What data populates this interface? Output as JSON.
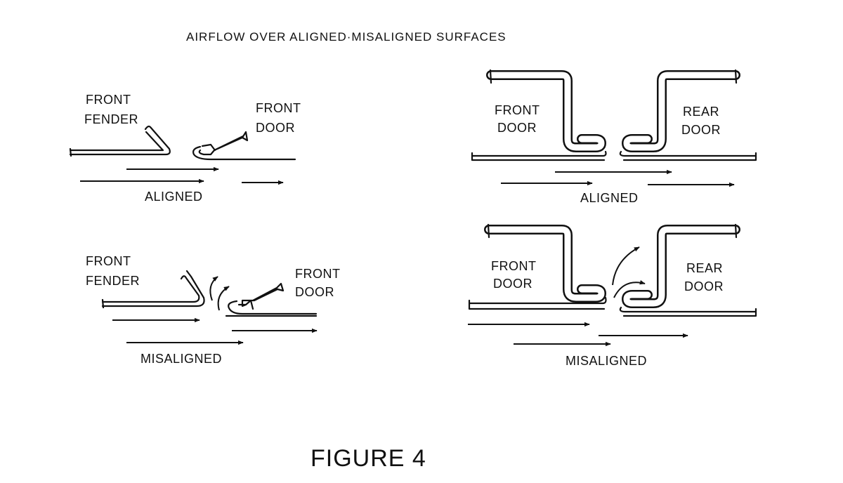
{
  "title": "AIRFLOW OVER ALIGNED·MISALIGNED SURFACES",
  "figure_label": "FIGURE 4",
  "panels": {
    "top_left": {
      "part_a": "FRONT\nFENDER",
      "part_b": "FRONT\nDOOR",
      "caption": "ALIGNED"
    },
    "bottom_left": {
      "part_a": "FRONT\nFENDER",
      "part_b": "FRONT\nDOOR",
      "caption": "MISALIGNED"
    },
    "top_right": {
      "part_a": "FRONT\nDOOR",
      "part_b": "REAR\nDOOR",
      "caption": "ALIGNED"
    },
    "bottom_right": {
      "part_a": "FRONT\nDOOR",
      "part_b": "REAR\nDOOR",
      "caption": "MISALIGNED"
    }
  },
  "colors": {
    "ink": "#111111",
    "paper": "#ffffff"
  }
}
